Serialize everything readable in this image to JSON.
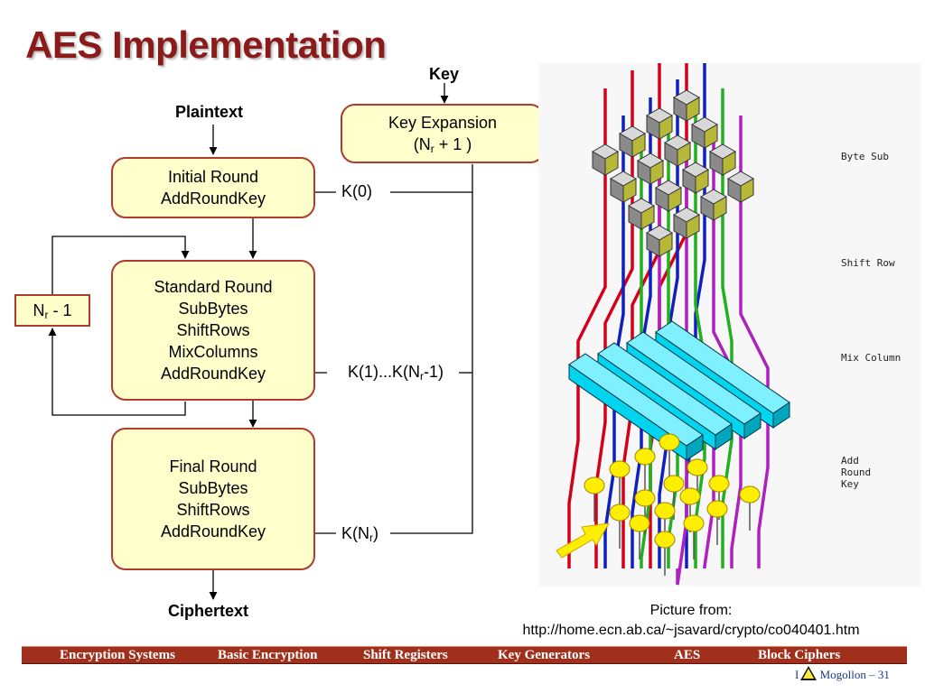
{
  "title": "AES Implementation",
  "labels": {
    "key": "Key",
    "plaintext": "Plaintext",
    "ciphertext": "Ciphertext"
  },
  "key_expansion": {
    "line1": "Key Expansion",
    "line2_pre": "(N",
    "line2_sub": "r",
    "line2_post": " + 1 )"
  },
  "initial_round": {
    "line1": "Initial Round",
    "line2": "AddRoundKey"
  },
  "standard_round": {
    "line1": "Standard Round",
    "line2": "SubBytes",
    "line3": "ShiftRows",
    "line4": "MixColumns",
    "line5": "AddRoundKey"
  },
  "final_round": {
    "line1": "Final Round",
    "line2": "SubBytes",
    "line3": "ShiftRows",
    "line4": "AddRoundKey"
  },
  "loop_count": {
    "pre": "N",
    "sub": "r",
    "post": " - 1"
  },
  "round_keys": {
    "k0": "K(0)",
    "kmid_pre": "K(1)...K(N",
    "kmid_sub": "r",
    "kmid_post": "-1)",
    "kr_pre": "K(N",
    "kr_sub": "r",
    "kr_post": ")"
  },
  "picture": {
    "labels": {
      "byte_sub": "Byte Sub",
      "shift_row": "Shift Row",
      "mix_column": "Mix Column",
      "add_round_key_1": "Add",
      "add_round_key_2": "Round",
      "add_round_key_3": "Key"
    }
  },
  "credit": {
    "line1": "Picture from:",
    "line2": "http://home.ecn.ab.ca/~jsavard/crypto/co040401.htm"
  },
  "nav": [
    "Encryption Systems",
    "Basic Encryption",
    "Shift Registers",
    "Key Generators",
    "AES",
    "Block Ciphers"
  ],
  "footer": {
    "prefix": "I",
    "text": "Mogollon – 31"
  },
  "colors": {
    "title": "#8b1a1a",
    "box_fill": "#ffffcc",
    "box_border": "#b03a2e",
    "navbar": "#a0301c"
  }
}
